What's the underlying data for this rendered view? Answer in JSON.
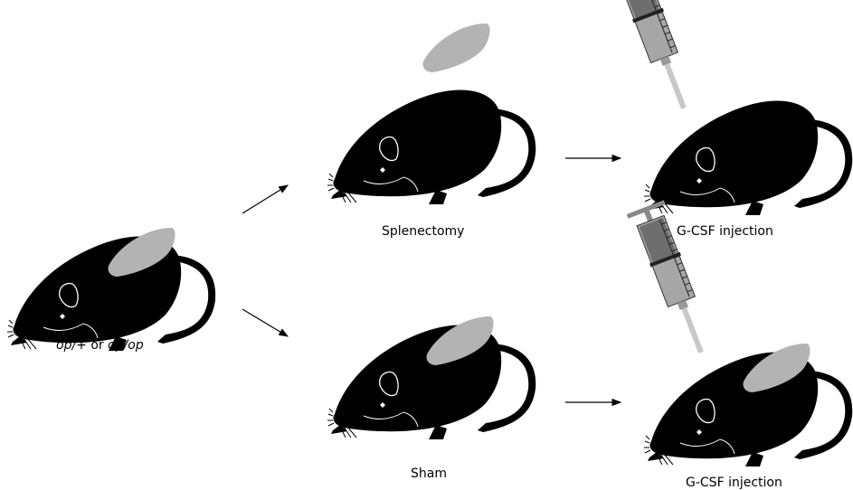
{
  "labels": {
    "source_genotype_1": "op/+",
    "source_connector": " or ",
    "source_genotype_2": "op/op",
    "splenectomy": "Splenectomy",
    "sham": "Sham",
    "injection_top": "G-CSF injection",
    "injection_bottom": "G-CSF injection"
  },
  "colors": {
    "mouse": "#000000",
    "spleen": "#b3b3b3",
    "syringe_barrel": "#a6a6a6",
    "syringe_plunger": "#6e6e6e",
    "needle": "#c8c8c8"
  }
}
